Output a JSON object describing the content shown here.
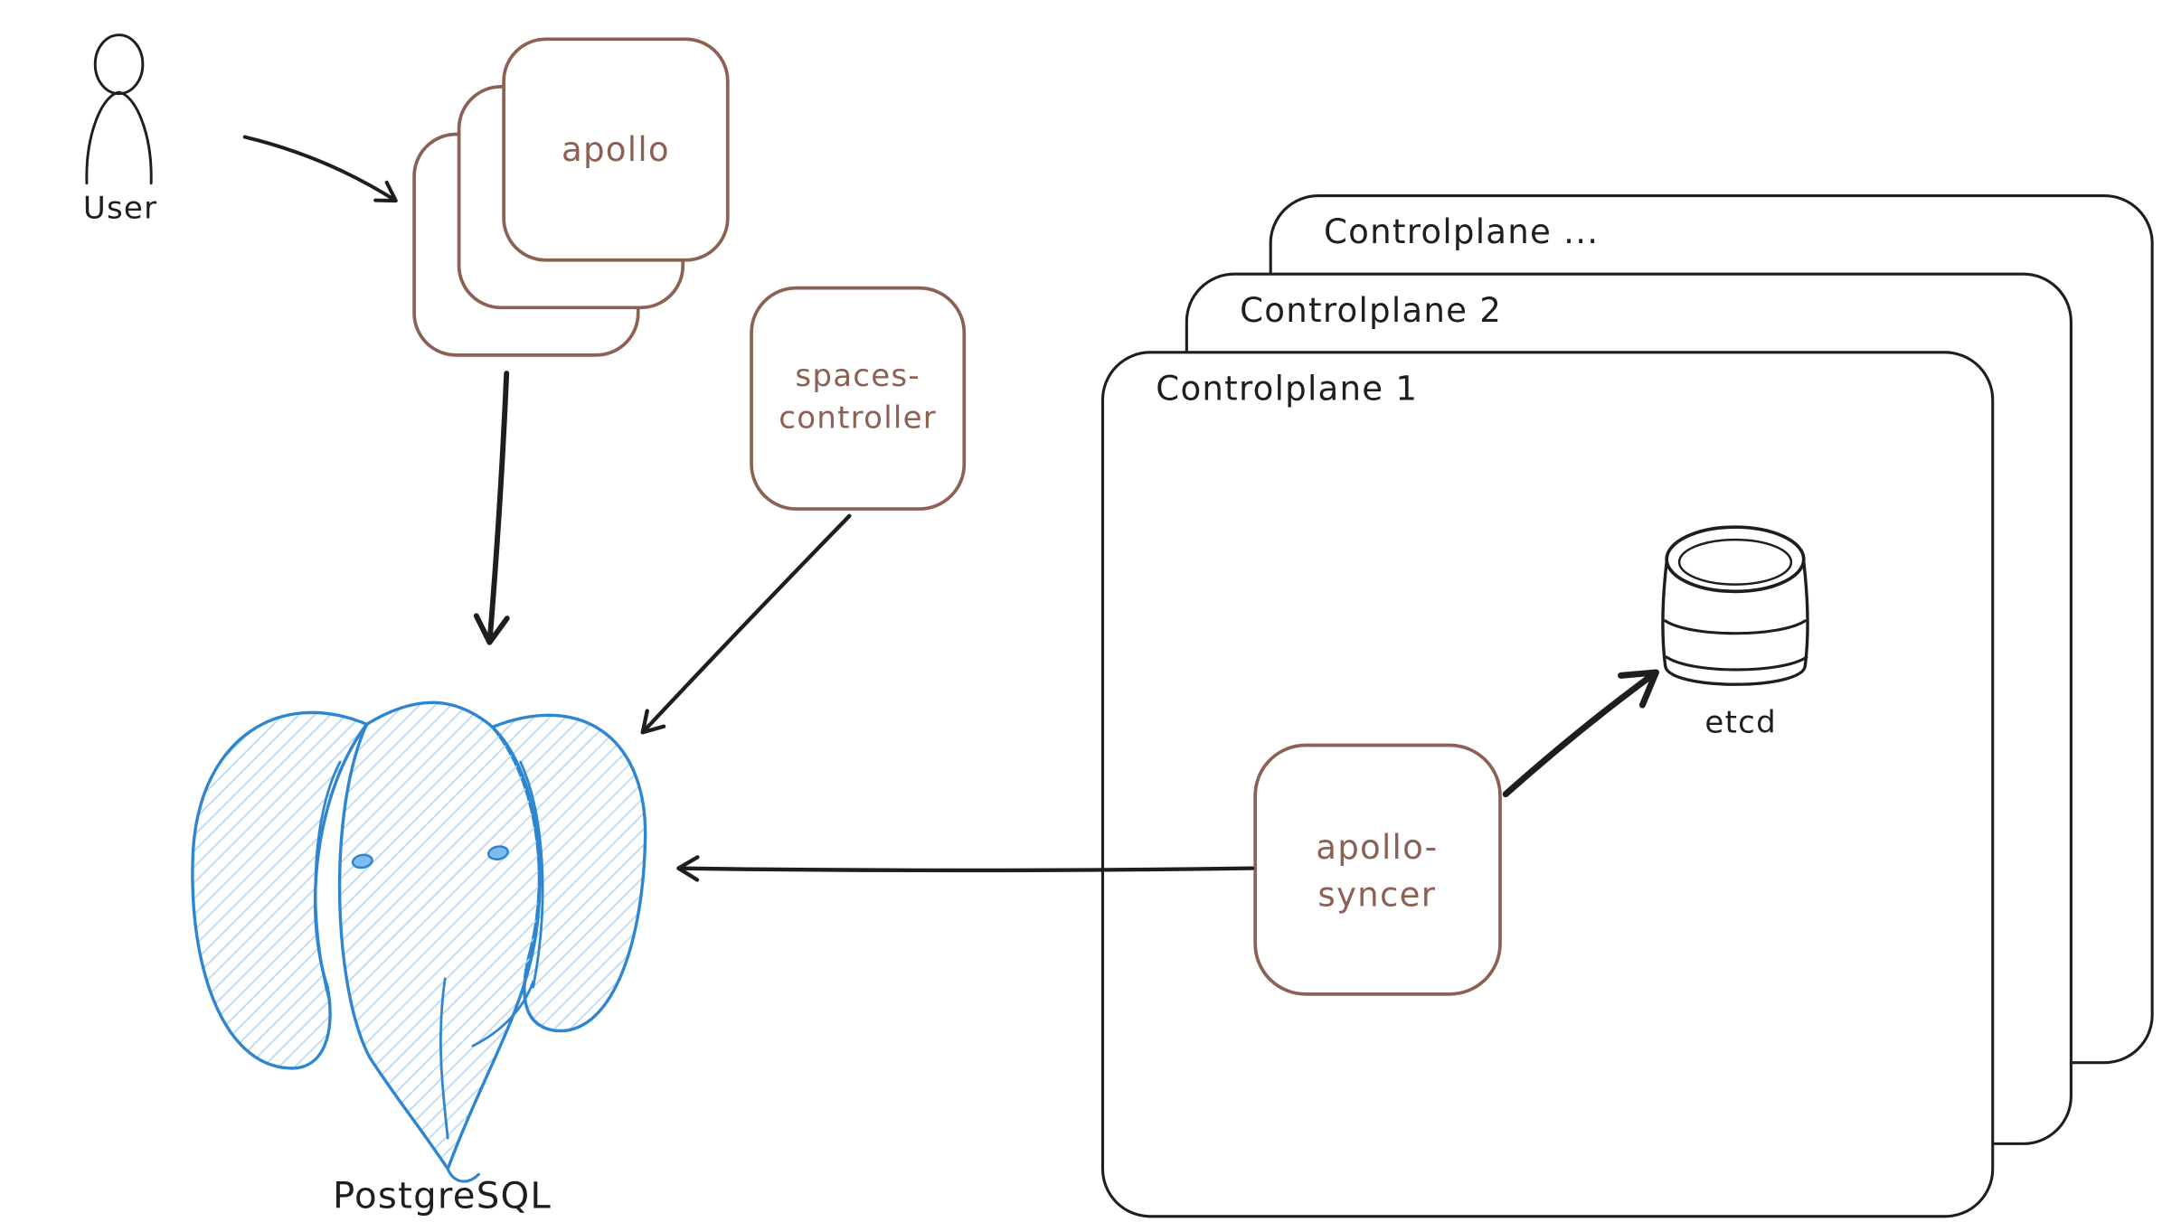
{
  "diagram": {
    "background": "#ffffff",
    "colors": {
      "ink": "#1e1e1e",
      "accent_brown": "#8d6054",
      "accent_blue": "#2e86d1",
      "blue_hatch": "#b9d8f2"
    },
    "nodes": {
      "user": {
        "label": "User",
        "type": "actor"
      },
      "apollo": {
        "label": "apollo",
        "type": "stacked-service"
      },
      "spaces_controller": {
        "line1": "spaces-",
        "line2": "controller",
        "type": "service"
      },
      "postgresql": {
        "label": "PostgreSQL",
        "type": "database"
      },
      "controlplane_more": {
        "label": "Controlplane ...",
        "type": "container"
      },
      "controlplane_2": {
        "label": "Controlplane 2",
        "type": "container"
      },
      "controlplane_1": {
        "label": "Controlplane 1",
        "type": "container"
      },
      "apollo_syncer": {
        "line1": "apollo-",
        "line2": "syncer",
        "type": "service"
      },
      "etcd": {
        "label": "etcd",
        "type": "database"
      }
    },
    "edges": [
      {
        "from": "user",
        "to": "apollo"
      },
      {
        "from": "apollo",
        "to": "postgresql"
      },
      {
        "from": "spaces_controller",
        "to": "postgresql"
      },
      {
        "from": "apollo_syncer",
        "to": "etcd"
      },
      {
        "from": "apollo_syncer",
        "to": "postgresql"
      }
    ]
  }
}
